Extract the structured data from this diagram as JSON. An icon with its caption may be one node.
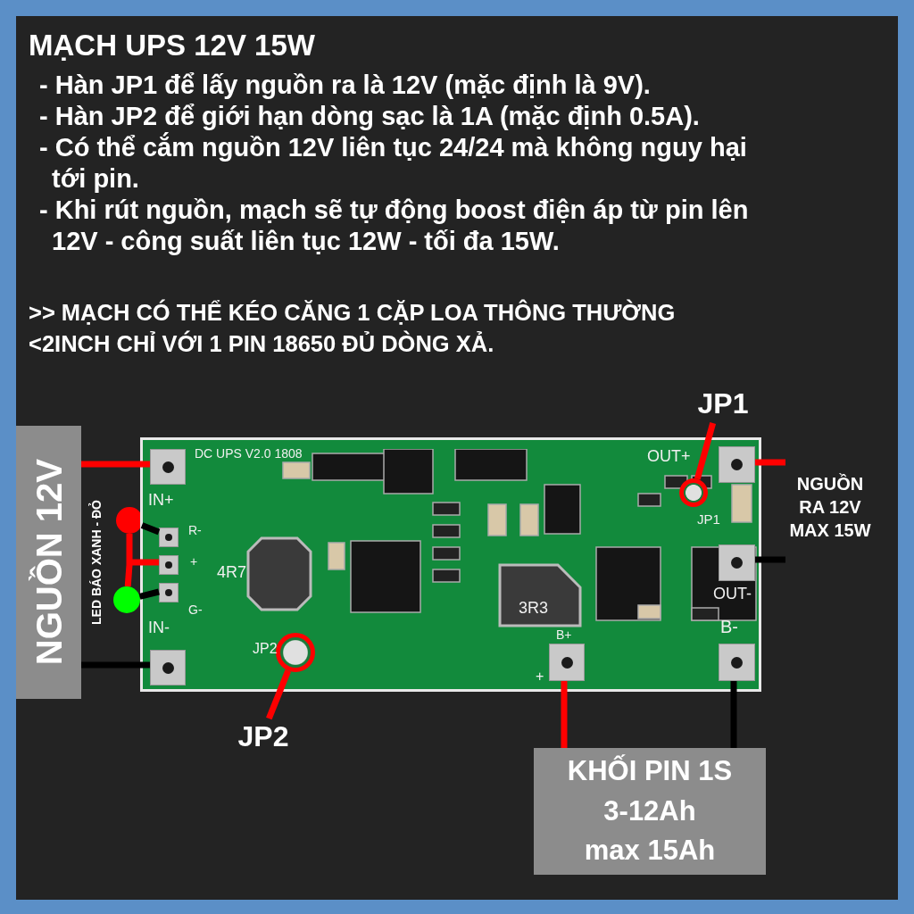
{
  "diagram": {
    "title": "MẠCH UPS 12V 15W",
    "nodes": [
      {
        "text": [
          "NGUỒN 12V"
        ]
      },
      {
        "text": [],
        "shape": "circle"
      },
      {
        "text": [],
        "shape": "circle"
      },
      {
        "text": [],
        "shape": "picture"
      },
      {
        "text": [],
        "shape": "box",
        "in": 3
      },
      {
        "text": [],
        "shape": "box",
        "in": 3
      },
      {
        "text": [],
        "shape": "box",
        "in": 3
      },
      {
        "text": [],
        "shape": "box",
        "in": 3
      },
      {
        "text": [],
        "shape": "box",
        "in": 3
      },
      {
        "text": [],
        "shape": "circle",
        "in": 3
      },
      {
        "text": [],
        "shape": "circle",
        "in": 3
      },
      {
        "text": [],
        "shape": "box",
        "in": 3
      },
      {
        "text": [],
        "shape": "box",
        "in": 3
      },
      {
        "text": [],
        "shape": "box",
        "in": 3
      },
      {
        "text": [],
        "shape": "box",
        "in": 3
      },
      {
        "text": [
          "JP1"
        ]
      },
      {
        "text": [
          "NGUỒN RA 12V MAX 15W"
        ]
      },
      {
        "text": [
          "JP2"
        ]
      },
      {
        "text": [
          "KHỐI PIN 1S",
          "3-12Ah",
          "max 15Ah"
        ]
      }
    ],
    "edges": [
      {
        "from": 0,
        "to": 4,
        "arrow": "none"
      },
      {
        "from": 0,
        "to": 8,
        "arrow": "none",
        "color": "#000000"
      },
      {
        "from": 1,
        "to": 5,
        "arrow": "none",
        "color": "#000000"
      },
      {
        "from": 1,
        "to": 6,
        "arrow": "none"
      },
      {
        "from": 2,
        "to": 6,
        "arrow": "none"
      },
      {
        "from": 2,
        "to": 7,
        "arrow": "none",
        "color": "#000000"
      },
      {
        "from": 17,
        "to": 9,
        "arrow": "none"
      },
      {
        "from": 15,
        "to": 10,
        "arrow": "none"
      },
      {
        "from": 16,
        "to": 11,
        "arrow": "none"
      },
      {
        "from": 16,
        "to": 12,
        "arrow": "none",
        "color": "#000000"
      },
      {
        "from": 18,
        "to": 13,
        "arrow": "none"
      },
      {
        "from": 18,
        "to": 14,
        "arrow": "none",
        "color": "#000000"
      }
    ],
    "labels": [
      "- Hàn JP1 để lấy nguồn ra là 12V (mặc định là 9V).",
      "- Hàn JP2 để giới hạn dòng sạc là 1A (mặc định 0.5A).",
      "- Có thể cắm nguồn 12V liên tục 24/24 mà không nguy hại tới pin.",
      "- Khi rút nguồn, mạch sẽ tự động boost điện áp từ pin lên 12V - công suất liên tục 12W - tối đa 15W.",
      ">> MẠCH CÓ THỂ KÉO CĂNG 1 CẶP LOA THÔNG THƯỜNG <2INCH CHỈ VỚI 1 PIN 18650 ĐỦ DÒNG XẢ.",
      "LED BÁO XANH - ĐỎ",
      "DC UPS V2.0 1808",
      "IN+",
      "R-",
      "+",
      "G-",
      "IN-",
      "JP2",
      "JP1",
      "OUT+",
      "OUT-",
      "B-",
      "B+",
      "+",
      "4R7",
      "3R3"
    ]
  }
}
